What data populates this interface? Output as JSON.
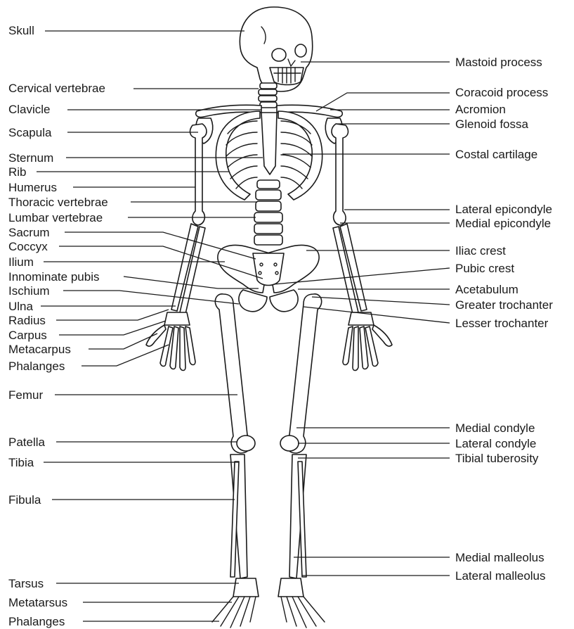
{
  "left_labels": {
    "skull": "Skull",
    "cervical": "Cervical vertebrae",
    "clavicle": "Clavicle",
    "scapula": "Scapula",
    "sternum": "Sternum",
    "rib": "Rib",
    "humerus": "Humerus",
    "thoracic": "Thoracic vertebrae",
    "lumbar": "Lumbar vertebrae",
    "sacrum": "Sacrum",
    "coccyx": "Coccyx",
    "ilium": "Ilium",
    "innominate": "Innominate pubis",
    "ischium": "Ischium",
    "ulna": "Ulna",
    "radius": "Radius",
    "carpus": "Carpus",
    "metacarpus": "Metacarpus",
    "phalanges_hand": "Phalanges",
    "femur": "Femur",
    "patella": "Patella",
    "tibia": "Tibia",
    "fibula": "Fibula",
    "tarsus": "Tarsus",
    "metatarsus": "Metatarsus",
    "phalanges_foot": "Phalanges"
  },
  "right_labels": {
    "mastoid": "Mastoid process",
    "coracoid": "Coracoid process",
    "acromion": "Acromion",
    "glenoid": "Glenoid fossa",
    "costal": "Costal cartilage",
    "lateral_epicondyle": "Lateral epicondyle",
    "medial_epicondyle": "Medial epicondyle",
    "iliac_crest": "Iliac crest",
    "pubic_crest": "Pubic crest",
    "acetabulum": "Acetabulum",
    "greater_trochanter": "Greater trochanter",
    "lesser_trochanter": "Lesser trochanter",
    "medial_condyle": "Medial condyle",
    "lateral_condyle": "Lateral condyle",
    "tibial_tuberosity": "Tibial tuberosity",
    "medial_malleolus": "Medial malleolus",
    "lateral_malleolus": "Lateral malleolus"
  }
}
